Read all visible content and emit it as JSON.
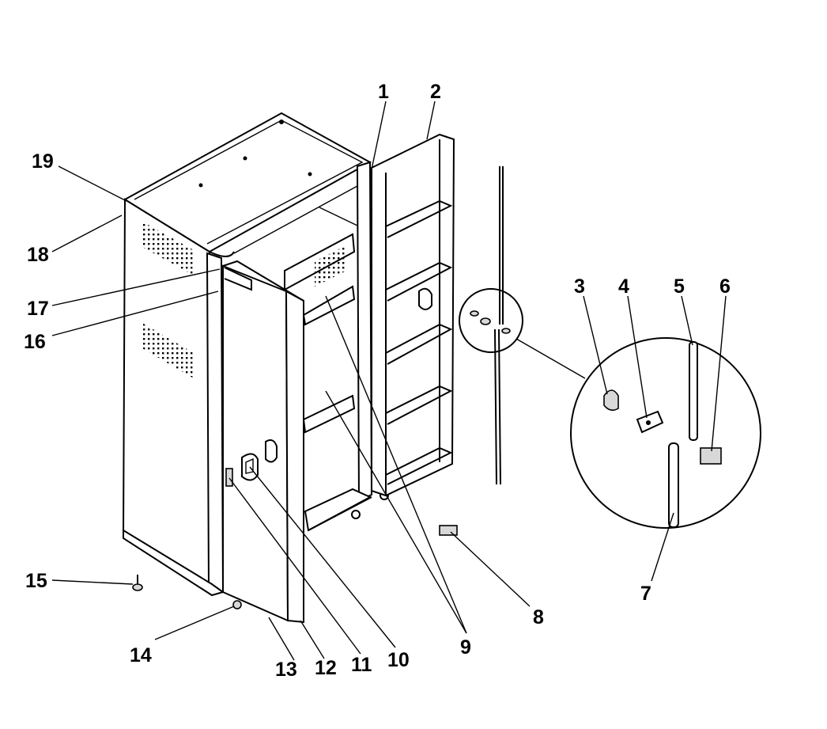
{
  "diagram": {
    "type": "exploded-parts-diagram",
    "callouts": [
      {
        "id": "1",
        "text": "1"
      },
      {
        "id": "2",
        "text": "2"
      },
      {
        "id": "3",
        "text": "3"
      },
      {
        "id": "4",
        "text": "4"
      },
      {
        "id": "5",
        "text": "5"
      },
      {
        "id": "6",
        "text": "6"
      },
      {
        "id": "7",
        "text": "7"
      },
      {
        "id": "8",
        "text": "8"
      },
      {
        "id": "9",
        "text": "9"
      },
      {
        "id": "10",
        "text": "10"
      },
      {
        "id": "11",
        "text": "11"
      },
      {
        "id": "12",
        "text": "12"
      },
      {
        "id": "13",
        "text": "13"
      },
      {
        "id": "14",
        "text": "14"
      },
      {
        "id": "15",
        "text": "15"
      },
      {
        "id": "16",
        "text": "16"
      },
      {
        "id": "17",
        "text": "17"
      },
      {
        "id": "18",
        "text": "18"
      },
      {
        "id": "19",
        "text": "19"
      }
    ],
    "colors": {
      "ink": "#000000",
      "paper": "#ffffff",
      "shade": "#d8d8d8"
    }
  }
}
